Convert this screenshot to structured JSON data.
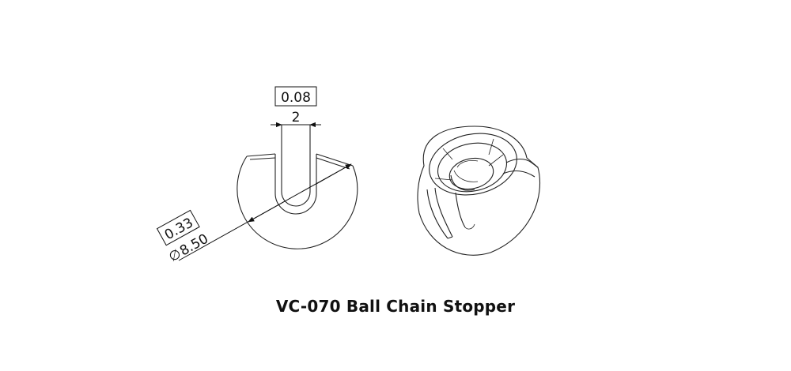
{
  "caption": "VC-070 Ball Chain Stopper",
  "dimensions": {
    "slot_width_mm": "2",
    "slot_width_in": "0.08",
    "diameter_mm": "8.50",
    "diameter_in": "0.33",
    "diameter_symbol": "∅"
  }
}
